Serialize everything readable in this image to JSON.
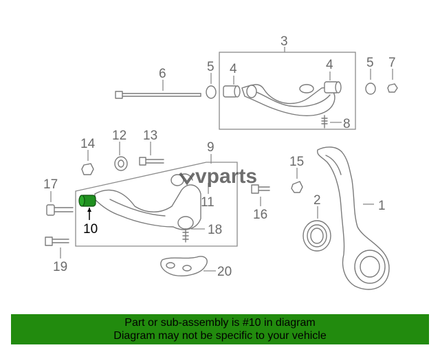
{
  "callouts": {
    "c1": "1",
    "c2": "2",
    "c3": "3",
    "c4a": "4",
    "c4b": "4",
    "c5a": "5",
    "c5b": "5",
    "c6": "6",
    "c7": "7",
    "c8": "8",
    "c9": "9",
    "c10": "10",
    "c11": "11",
    "c12": "12",
    "c13": "13",
    "c14": "14",
    "c15": "15",
    "c16": "16",
    "c17": "17",
    "c18": "18",
    "c19": "19",
    "c20": "20"
  },
  "watermark": "vparts",
  "highlight": {
    "part": "10",
    "color": "#1f8f1f"
  },
  "banner": {
    "line1": "Part or sub-assembly is #10 in diagram",
    "line2": "Diagram may not be specific to your vehicle",
    "color": "#228b0e"
  }
}
